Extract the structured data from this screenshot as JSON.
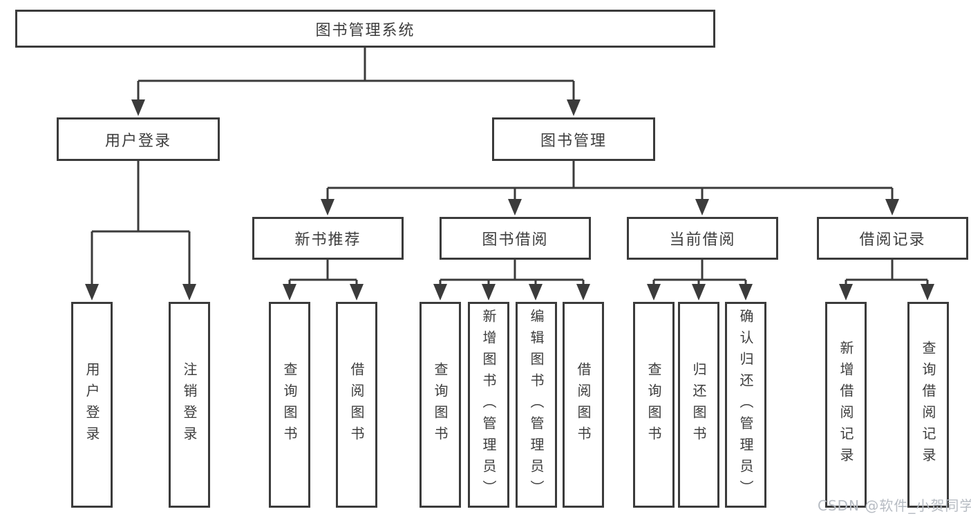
{
  "colors": {
    "line": "#3b3b3b",
    "text": "#3d3d3d",
    "watermark": "#b7bcc3",
    "background": "#ffffff"
  },
  "watermark": "CSDN @软件_小贺同学",
  "diagram": {
    "type": "hierarchy-tree",
    "root": {
      "label": "图书管理系统"
    },
    "branches": [
      {
        "label": "用户登录",
        "children": [
          {
            "label": "用户登录"
          },
          {
            "label": "注销登录"
          }
        ]
      },
      {
        "label": "图书管理",
        "children": [
          {
            "label": "新书推荐",
            "children": [
              {
                "label": "查询图书"
              },
              {
                "label": "借阅图书"
              }
            ]
          },
          {
            "label": "图书借阅",
            "children": [
              {
                "label": "查询图书"
              },
              {
                "label": "新增图书（管理员）"
              },
              {
                "label": "编辑图书（管理员）"
              },
              {
                "label": "借阅图书"
              }
            ]
          },
          {
            "label": "当前借阅",
            "children": [
              {
                "label": "查询图书"
              },
              {
                "label": "归还图书"
              },
              {
                "label": "确认归还（管理员）"
              }
            ]
          },
          {
            "label": "借阅记录",
            "children": [
              {
                "label": "新增借阅记录"
              },
              {
                "label": "查询借阅记录"
              }
            ]
          }
        ]
      }
    ]
  }
}
